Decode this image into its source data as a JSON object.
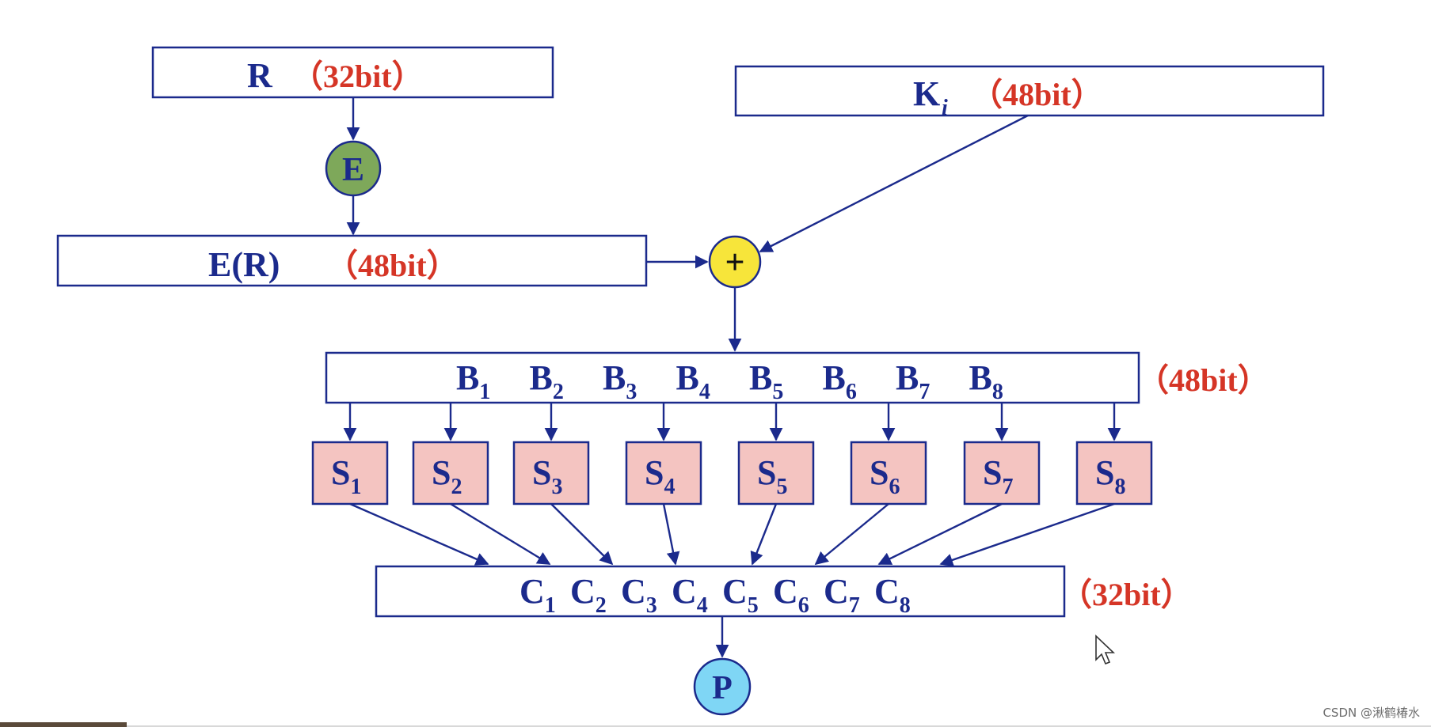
{
  "diagram": {
    "r_label": "R",
    "r_bits": "（32bit）",
    "e_label": "E",
    "er_label": "E(R)",
    "er_bits": "（48bit）",
    "k_label": "K",
    "k_sub": "i",
    "k_bits": "（48bit）",
    "xor_symbol": "+",
    "b_bits": "（48bit）",
    "c_bits": "（32bit）",
    "p_label": "P",
    "b_blocks": [
      {
        "label": "B",
        "sub": "1"
      },
      {
        "label": "B",
        "sub": "2"
      },
      {
        "label": "B",
        "sub": "3"
      },
      {
        "label": "B",
        "sub": "4"
      },
      {
        "label": "B",
        "sub": "5"
      },
      {
        "label": "B",
        "sub": "6"
      },
      {
        "label": "B",
        "sub": "7"
      },
      {
        "label": "B",
        "sub": "8"
      }
    ],
    "s_boxes": [
      {
        "label": "S",
        "sub": "1"
      },
      {
        "label": "S",
        "sub": "2"
      },
      {
        "label": "S",
        "sub": "3"
      },
      {
        "label": "S",
        "sub": "4"
      },
      {
        "label": "S",
        "sub": "5"
      },
      {
        "label": "S",
        "sub": "6"
      },
      {
        "label": "S",
        "sub": "7"
      },
      {
        "label": "S",
        "sub": "8"
      }
    ],
    "c_blocks": [
      {
        "label": "C",
        "sub": "1"
      },
      {
        "label": "C",
        "sub": "2"
      },
      {
        "label": "C",
        "sub": "3"
      },
      {
        "label": "C",
        "sub": "4"
      },
      {
        "label": "C",
        "sub": "5"
      },
      {
        "label": "C",
        "sub": "6"
      },
      {
        "label": "C",
        "sub": "7"
      },
      {
        "label": "C",
        "sub": "8"
      }
    ],
    "colors": {
      "navy": "#1b2a8c",
      "red": "#d53526",
      "e_circle": "#7ea85a",
      "xor_circle": "#f7e53a",
      "p_circle": "#7fd6f5",
      "s_box_fill": "#f4c4c1"
    }
  },
  "watermark": "CSDN @湫鹤椿水"
}
